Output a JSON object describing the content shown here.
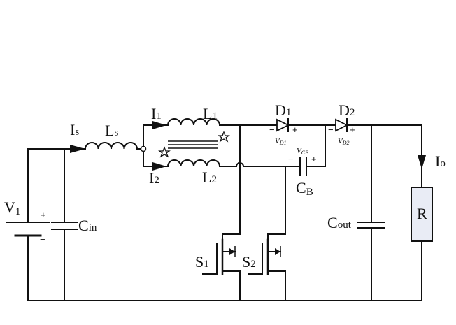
{
  "labels": {
    "v1": {
      "main": "V",
      "sub": "1"
    },
    "cin": {
      "main": "C",
      "sub": "in"
    },
    "is": {
      "main": "I",
      "sub": "s"
    },
    "ls": {
      "main": "L",
      "sub": "s"
    },
    "i1": {
      "main": "I",
      "sub": "1"
    },
    "i2": {
      "main": "I",
      "sub": "2"
    },
    "l1": {
      "main": "L",
      "sub": "1"
    },
    "l2": {
      "main": "L",
      "sub": "2"
    },
    "d1": {
      "main": "D",
      "sub": "1"
    },
    "d2": {
      "main": "D",
      "sub": "2"
    },
    "vd1": {
      "main": "V",
      "sub": "D1"
    },
    "vd2": {
      "main": "V",
      "sub": "D2"
    },
    "vcb": {
      "main": "V",
      "sub": "CB"
    },
    "cb": {
      "main": "C",
      "sub": "B"
    },
    "cout": {
      "main": "C",
      "sub": "out"
    },
    "io": {
      "main": "I",
      "sub": "o"
    },
    "r": "R",
    "s1": {
      "main": "S",
      "sub": "1"
    },
    "s2": {
      "main": "S",
      "sub": "2"
    }
  },
  "signs": {
    "plus": "+",
    "minus": "−"
  }
}
